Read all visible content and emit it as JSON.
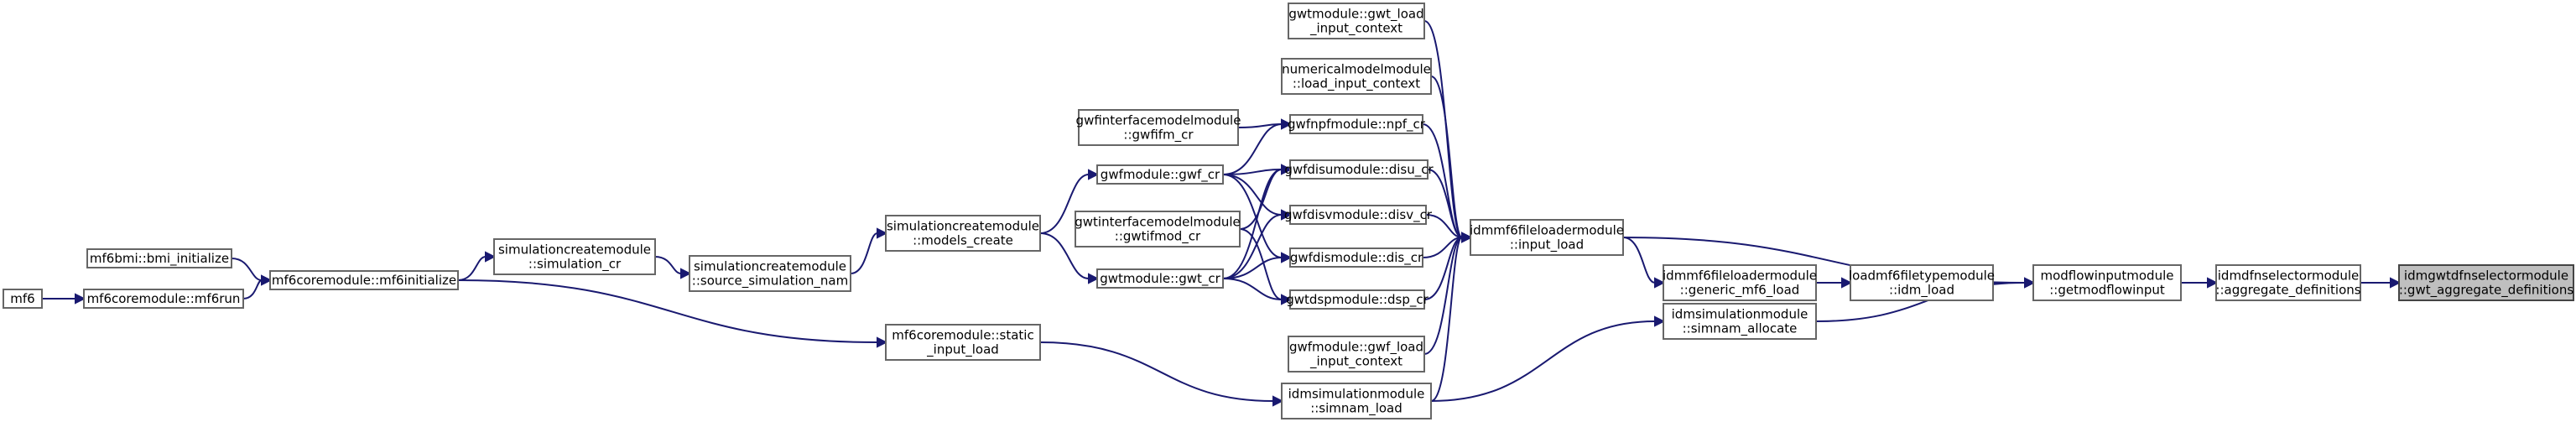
{
  "graph": {
    "nodes": [
      {
        "id": "root",
        "lines": [
          "idmgwtdfnselectormodule",
          "::gwt_aggregate_definitions"
        ],
        "highlight": true
      },
      {
        "id": "agg",
        "lines": [
          "idmdfnselectormodule",
          "::aggregate_definitions"
        ]
      },
      {
        "id": "getmf",
        "lines": [
          "modflowinputmodule",
          "::getmodflowinput"
        ]
      },
      {
        "id": "idmload",
        "lines": [
          "loadmf6filetypemodule",
          "::idm_load"
        ]
      },
      {
        "id": "inputload",
        "lines": [
          "idmmf6fileloadermodule",
          "::input_load"
        ]
      },
      {
        "id": "generic",
        "lines": [
          "idmmf6fileloadermodule",
          "::generic_mf6_load"
        ]
      },
      {
        "id": "simalloc",
        "lines": [
          "idmsimulationmodule",
          "::simnam_allocate"
        ]
      },
      {
        "id": "gwtload",
        "lines": [
          "gwtmodule::gwt_load",
          "_input_context"
        ]
      },
      {
        "id": "numload",
        "lines": [
          "numericalmodelmodule",
          "::load_input_context"
        ]
      },
      {
        "id": "npfcr",
        "lines": [
          "gwfnpfmodule::npf_cr"
        ]
      },
      {
        "id": "disucr",
        "lines": [
          "gwfdisumodule::disu_cr"
        ]
      },
      {
        "id": "disvcr",
        "lines": [
          "gwfdisvmodule::disv_cr"
        ]
      },
      {
        "id": "discr",
        "lines": [
          "gwfdismodule::dis_cr"
        ]
      },
      {
        "id": "dspcr",
        "lines": [
          "gwtdspmodule::dsp_cr"
        ]
      },
      {
        "id": "gwfload",
        "lines": [
          "gwfmodule::gwf_load",
          "_input_context"
        ]
      },
      {
        "id": "simnamload",
        "lines": [
          "idmsimulationmodule",
          "::simnam_load"
        ]
      },
      {
        "id": "gwfifm",
        "lines": [
          "gwfinterfacemodelmodule",
          "::gwfifm_cr"
        ]
      },
      {
        "id": "gwfcr",
        "lines": [
          "gwfmodule::gwf_cr"
        ]
      },
      {
        "id": "gwtifmod",
        "lines": [
          "gwtinterfacemodelmodule",
          "::gwtifmod_cr"
        ]
      },
      {
        "id": "gwtcr",
        "lines": [
          "gwtmodule::gwt_cr"
        ]
      },
      {
        "id": "modelscreate",
        "lines": [
          "simulationcreatemodule",
          "::models_create"
        ]
      },
      {
        "id": "staticload",
        "lines": [
          "mf6coremodule::static",
          "_input_load"
        ]
      },
      {
        "id": "srcsimnam",
        "lines": [
          "simulationcreatemodule",
          "::source_simulation_nam"
        ]
      },
      {
        "id": "simcr",
        "lines": [
          "simulationcreatemodule",
          "::simulation_cr"
        ]
      },
      {
        "id": "mf6init",
        "lines": [
          "mf6coremodule::mf6initialize"
        ]
      },
      {
        "id": "bmiinit",
        "lines": [
          "mf6bmi::bmi_initialize"
        ]
      },
      {
        "id": "mf6run",
        "lines": [
          "mf6coremodule::mf6run"
        ]
      },
      {
        "id": "mf6",
        "lines": [
          "mf6"
        ]
      }
    ],
    "edges": [
      [
        "agg",
        "root"
      ],
      [
        "getmf",
        "agg"
      ],
      [
        "idmload",
        "getmf"
      ],
      [
        "inputload",
        "getmf"
      ],
      [
        "simalloc",
        "getmf"
      ],
      [
        "generic",
        "idmload"
      ],
      [
        "inputload",
        "generic"
      ],
      [
        "gwtload",
        "inputload"
      ],
      [
        "numload",
        "inputload"
      ],
      [
        "npfcr",
        "inputload"
      ],
      [
        "disucr",
        "inputload"
      ],
      [
        "disvcr",
        "inputload"
      ],
      [
        "discr",
        "inputload"
      ],
      [
        "dspcr",
        "inputload"
      ],
      [
        "gwfload",
        "inputload"
      ],
      [
        "simnamload",
        "inputload"
      ],
      [
        "simnamload",
        "simalloc"
      ],
      [
        "gwfifm",
        "npfcr"
      ],
      [
        "gwfcr",
        "npfcr"
      ],
      [
        "gwfcr",
        "disucr"
      ],
      [
        "gwfcr",
        "disvcr"
      ],
      [
        "gwfcr",
        "discr"
      ],
      [
        "gwtifmod",
        "disucr"
      ],
      [
        "gwtifmod",
        "dspcr"
      ],
      [
        "gwtcr",
        "disucr"
      ],
      [
        "gwtcr",
        "disvcr"
      ],
      [
        "gwtcr",
        "discr"
      ],
      [
        "gwtcr",
        "dspcr"
      ],
      [
        "modelscreate",
        "gwfcr"
      ],
      [
        "modelscreate",
        "gwtcr"
      ],
      [
        "staticload",
        "simnamload"
      ],
      [
        "srcsimnam",
        "modelscreate"
      ],
      [
        "simcr",
        "srcsimnam"
      ],
      [
        "mf6init",
        "simcr"
      ],
      [
        "mf6init",
        "staticload"
      ],
      [
        "bmiinit",
        "mf6init"
      ],
      [
        "mf6run",
        "mf6init"
      ],
      [
        "mf6",
        "mf6run"
      ]
    ]
  }
}
